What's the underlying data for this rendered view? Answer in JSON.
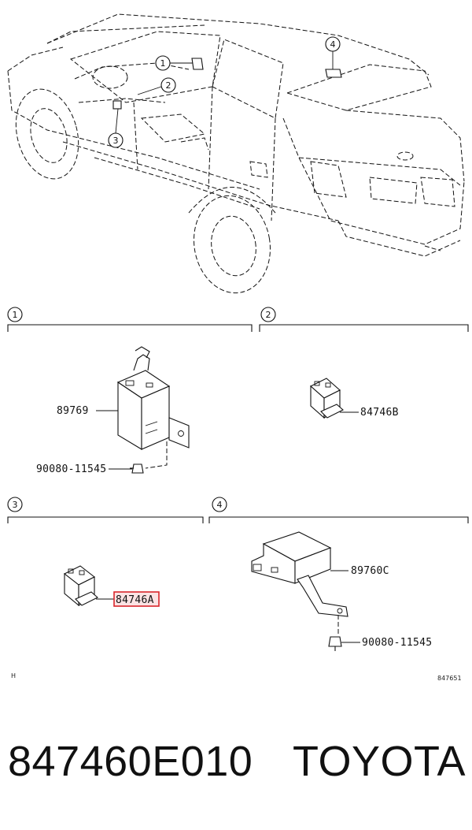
{
  "diagram": {
    "callouts": [
      "1",
      "2",
      "3",
      "4"
    ],
    "sections": [
      {
        "id": "1",
        "parts": [
          "89769",
          "90080-11545"
        ]
      },
      {
        "id": "2",
        "parts": [
          "84746B"
        ]
      },
      {
        "id": "3",
        "parts": [
          "84746A"
        ]
      },
      {
        "id": "4",
        "parts": [
          "89760C",
          "90080-11545"
        ]
      }
    ],
    "highlighted_part": "84746A",
    "highlight_color": "#d9262c",
    "corner_mark": "H",
    "diagram_code": "847651"
  },
  "footer": {
    "part_number": "847460E010",
    "brand": "TOYOTA"
  }
}
